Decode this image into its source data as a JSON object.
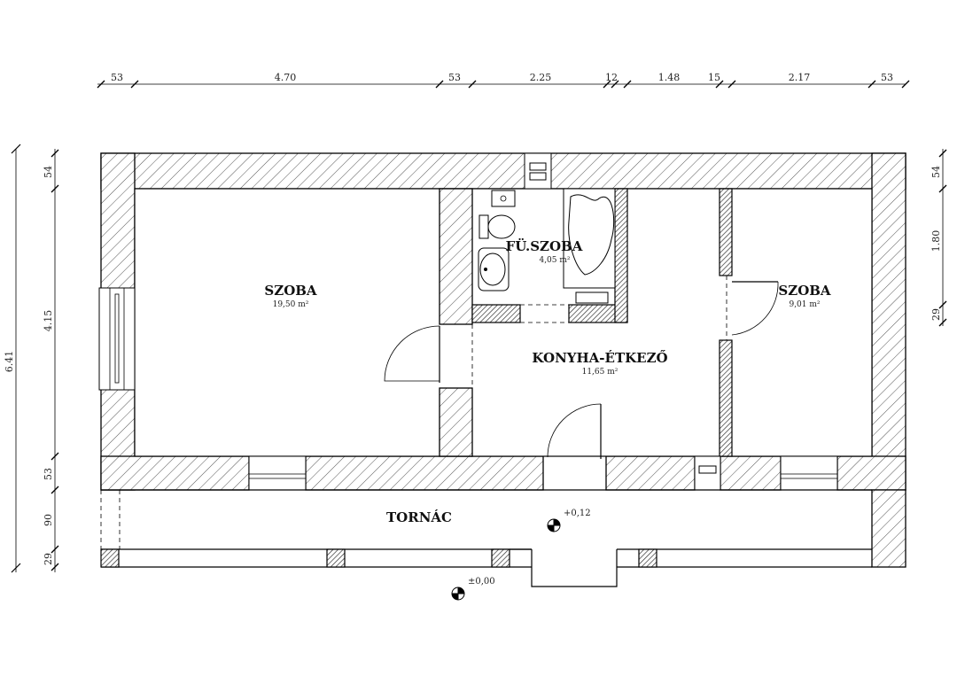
{
  "dimensions": {
    "top": [
      "53",
      "4.70",
      "53",
      "2.25",
      "12",
      "1.48",
      "15",
      "2.17",
      "53"
    ],
    "left_total": "6.41",
    "left_parts": [
      "54",
      "4.15",
      "53",
      "90",
      "29"
    ],
    "right": [
      "54",
      "1.80",
      "29"
    ]
  },
  "rooms": [
    {
      "id": "szoba-left",
      "name": "SZOBA",
      "area": "19,50 m²"
    },
    {
      "id": "furdo",
      "name": "FÜ.SZOBA",
      "area": "4,05 m²"
    },
    {
      "id": "konyha",
      "name": "KONYHA-ÉTKEZŐ",
      "area": "11,65 m²"
    },
    {
      "id": "szoba-right",
      "name": "SZOBA",
      "area": "9,01 m²"
    },
    {
      "id": "tornac",
      "name": "TORNÁC",
      "area": ""
    }
  ],
  "levels": {
    "porch": "+0,12",
    "ground": "±0,00"
  }
}
